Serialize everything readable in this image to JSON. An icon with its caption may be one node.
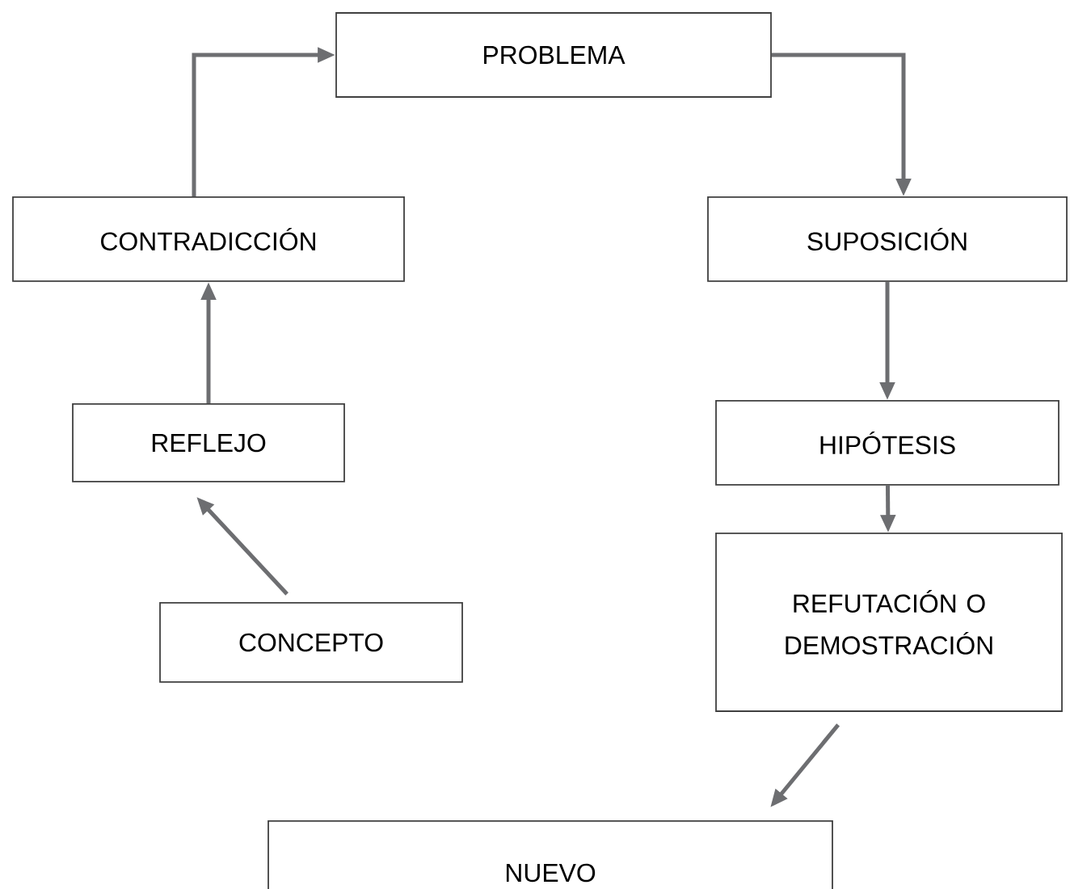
{
  "diagram": {
    "nodes": [
      {
        "text": [
          "PROBLEMA"
        ]
      },
      {
        "text": [
          "CONTRADICCIÓN"
        ]
      },
      {
        "text": [
          "SUPOSICIÓN"
        ]
      },
      {
        "text": [
          "REFLEJO"
        ]
      },
      {
        "text": [
          "HIPÓTESIS"
        ]
      },
      {
        "text": [
          "CONCEPTO"
        ]
      },
      {
        "text": [
          "REFUTACIÓN O DEMOSTRACIÓN"
        ]
      },
      {
        "text": [
          "NUEVO"
        ]
      }
    ],
    "edges": [
      {
        "from": 1,
        "to": 0,
        "arrow": "to"
      },
      {
        "from": 0,
        "to": 2,
        "arrow": "to"
      },
      {
        "from": 2,
        "to": 4,
        "arrow": "to"
      },
      {
        "from": 4,
        "to": 6,
        "arrow": "to"
      },
      {
        "from": 6,
        "to": 7,
        "arrow": "to"
      },
      {
        "from": 3,
        "to": 1,
        "arrow": "to"
      },
      {
        "from": 5,
        "to": 3,
        "arrow": "to"
      }
    ]
  }
}
